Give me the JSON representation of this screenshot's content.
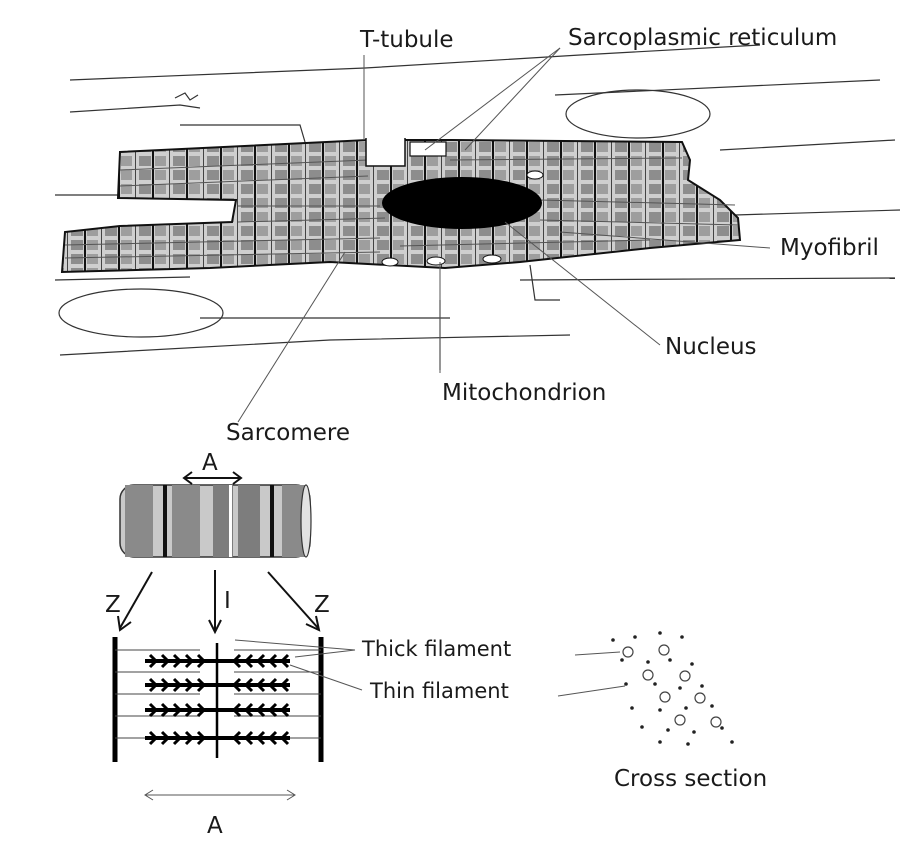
{
  "labels": {
    "t_tubule": "T-tubule",
    "sarcoplasmic_reticulum": "Sarcoplasmic reticulum",
    "myofibril": "Myofibril",
    "nucleus": "Nucleus",
    "mitochondrion": "Mitochondrion",
    "sarcomere": "Sarcomere",
    "a_band_top": "A",
    "z_left": "Z",
    "i_band": "I",
    "z_right": "Z",
    "thick_filament": "Thick filament",
    "thin_filament": "Thin filament",
    "cross_section": "Cross section",
    "a_band_bottom": "A"
  },
  "colors": {
    "ink": "#1a1a1a",
    "band_gray": "#9a9a9a",
    "nucleus_fill": "#000000",
    "background": "#ffffff"
  }
}
